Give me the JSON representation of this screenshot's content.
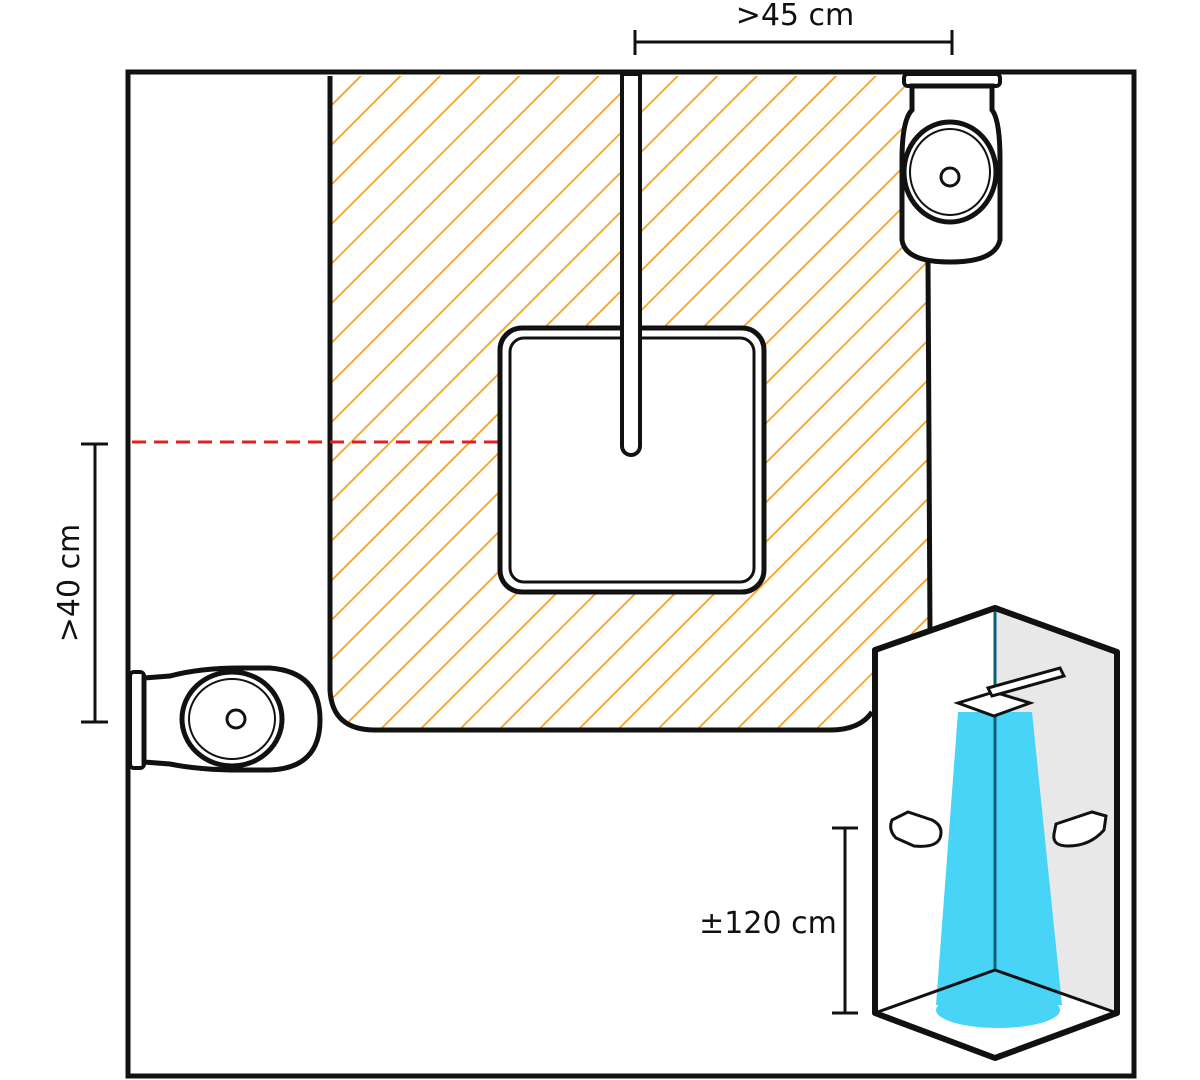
{
  "dimensions": {
    "top_clearance": ">45 cm",
    "left_clearance": ">40 cm",
    "shower_height": "±120 cm"
  },
  "colors": {
    "hatch": "#f5a01e",
    "water": "#48d4f7",
    "guide_line": "#e02020",
    "outline": "#111111"
  }
}
